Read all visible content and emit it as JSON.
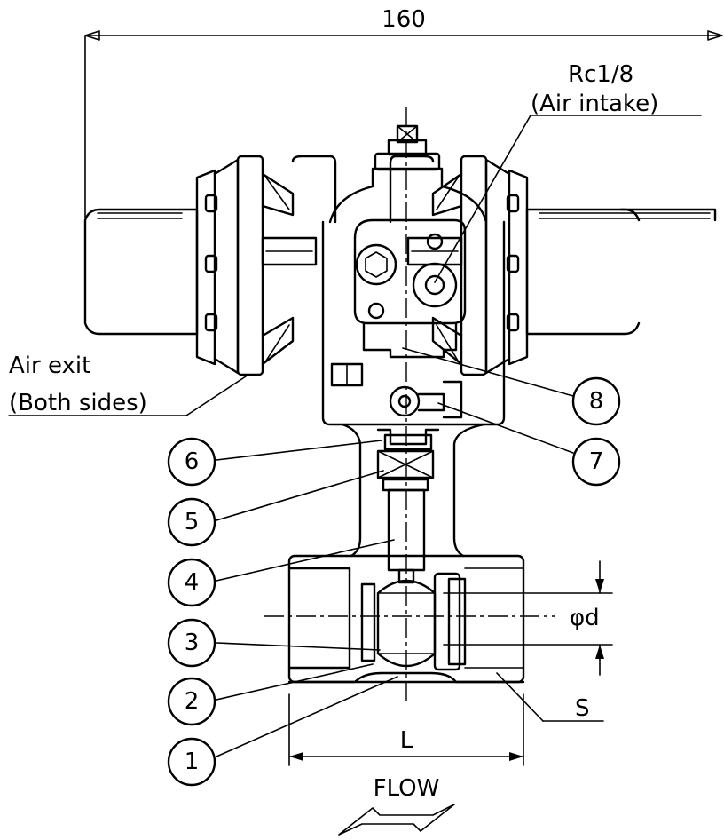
{
  "dimensions": {
    "overall_width": "160",
    "length": "L",
    "bore_diameter": "φd",
    "thread": "S"
  },
  "labels": {
    "air_intake_port": "Rc1/8",
    "air_intake_desc": "(Air intake)",
    "air_exit": "Air exit",
    "air_exit_desc": "(Both sides)",
    "flow": "FLOW"
  },
  "callouts": [
    "1",
    "2",
    "3",
    "4",
    "5",
    "6",
    "7",
    "8"
  ]
}
